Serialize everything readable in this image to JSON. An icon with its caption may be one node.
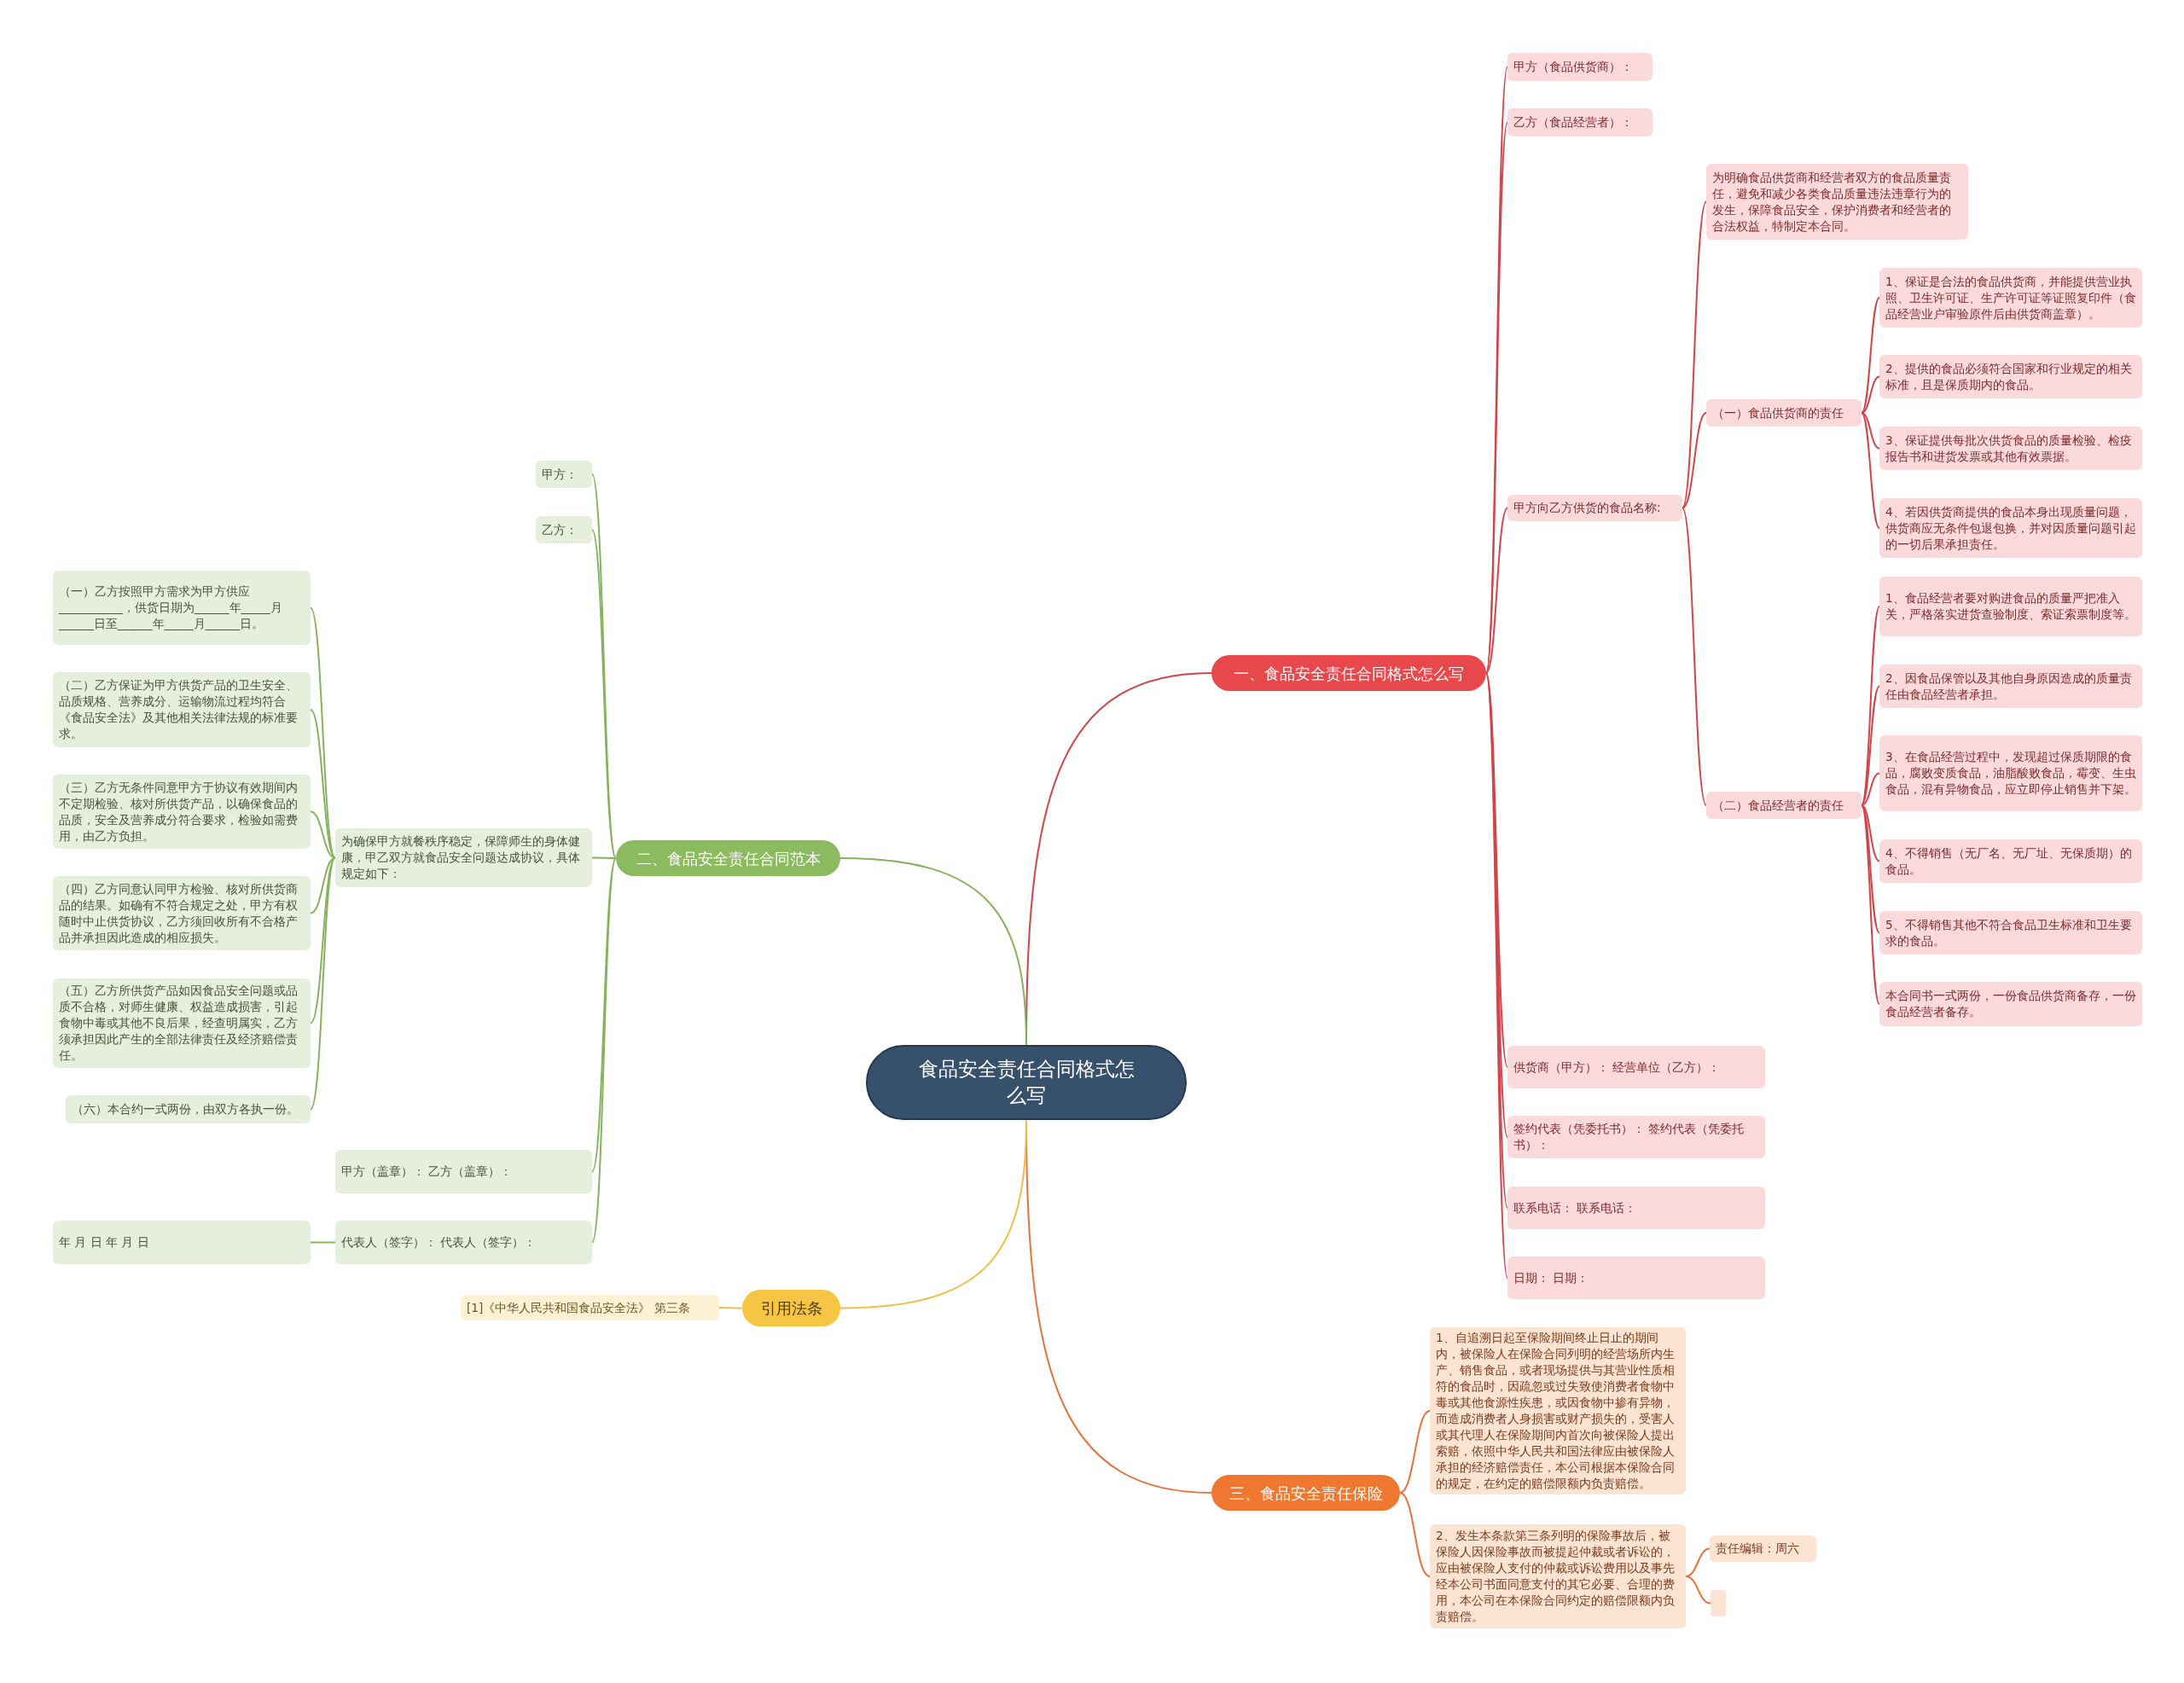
{
  "diagram": {
    "nodes": [
      {
        "text": [
          "食品安全责任合同格式怎么写"
        ]
      },
      {
        "text": [
          "一、食品安全责任合同格式怎么写"
        ]
      },
      {
        "text": [
          "甲方（食品供货商）："
        ]
      },
      {
        "text": [
          "乙方（食品经营者）："
        ]
      },
      {
        "text": [
          "甲方向乙方供货的食品名称:"
        ]
      },
      {
        "text": [
          "为明确食品供货商和经营者双方的食品质量责任，避免和减少各类食品质量违法违章行为的发生，保障食品安全，保护消费者和经营者的合法权益，特制定本合同。"
        ]
      },
      {
        "text": [
          "（一）食品供货商的责任"
        ]
      },
      {
        "text": [
          "1、保证是合法的食品供货商，并能提供营业执照、卫生许可证、生产许可证等证照复印件（食品经营业户审验原件后由供货商盖章）。"
        ]
      },
      {
        "text": [
          "2、提供的食品必须符合国家和行业规定的相关标准，且是保质期内的食品。"
        ]
      },
      {
        "text": [
          "3、保证提供每批次供货食品的质量检验、检疫报告书和进货发票或其他有效票据。"
        ]
      },
      {
        "text": [
          "4、若因供货商提供的食品本身出现质量问题，供货商应无条件包退包换，并对因质量问题引起的一切后果承担责任。"
        ]
      },
      {
        "text": [
          "（二）食品经营者的责任"
        ]
      },
      {
        "text": [
          "1、食品经营者要对购进食品的质量严把准入关，严格落实进货查验制度、索证索票制度等。"
        ]
      },
      {
        "text": [
          "2、因食品保管以及其他自身原因造成的质量责任由食品经营者承担。"
        ]
      },
      {
        "text": [
          "3、在食品经营过程中，发现超过保质期限的食品，腐败变质食品，油脂酸败食品，霉变、生虫食品，混有异物食品，应立即停止销售并下架。"
        ]
      },
      {
        "text": [
          "4、不得销售（无厂名、无厂址、无保质期）的食品。"
        ]
      },
      {
        "text": [
          "5、不得销售其他不符合食品卫生标准和卫生要求的食品。"
        ]
      },
      {
        "text": [
          "本合同书一式两份，一份食品供货商备存，一份食品经营者备存。"
        ]
      },
      {
        "text": [
          "供货商（甲方）： 经营单位（乙方）："
        ]
      },
      {
        "text": [
          "签约代表（凭委托书）： 签约代表（凭委托书）："
        ]
      },
      {
        "text": [
          "联系电话： 联系电话："
        ]
      },
      {
        "text": [
          "日期： 日期："
        ]
      },
      {
        "text": [
          "三、食品安全责任保险"
        ]
      },
      {
        "text": [
          "1、自追溯日起至保险期间终止日止的期间内，被保险人在保险合同列明的经营场所内生产、销售食品，或者现场提供与其营业性质相符的食品时，因疏忽或过失致使消费者食物中毒或其他食源性疾患，或因食物中掺有异物，而造成消费者人身损害或财产损失的，受害人或其代理人在保险期间内首次向被保险人提出索赔，依照中华人民共和国法律应由被保险人承担的经济赔偿责任，本公司根据本保险合同的规定，在约定的赔偿限额内负责赔偿。"
        ]
      },
      {
        "text": [
          "2、发生本条款第三条列明的保险事故后，被保险人因保险事故而被提起仲裁或者诉讼的，应由被保险人支付的仲裁或诉讼费用以及事先经本公司书面同意支付的其它必要、合理的费用，本公司在本保险合同约定的赔偿限额内负责赔偿。"
        ]
      },
      {
        "text": [
          "责任编辑：周六"
        ]
      },
      {
        "text": [],
        "shape": "box"
      },
      {
        "text": [
          "二、食品安全责任合同范本"
        ]
      },
      {
        "text": [
          "甲方："
        ]
      },
      {
        "text": [
          "乙方："
        ]
      },
      {
        "text": [
          "为确保甲方就餐秩序稳定，保障师生的身体健康，甲乙双方就食品安全问题达成协议，具体规定如下："
        ]
      },
      {
        "text": [
          "（一）乙方按照甲方需求为甲方供应___________，供货日期为______年_____月______日至______年_____月______日。"
        ]
      },
      {
        "text": [
          "（二）乙方保证为甲方供货产品的卫生安全、品质规格、营养成分、运输物流过程均符合《食品安全法》及其他相关法律法规的标准要求。"
        ]
      },
      {
        "text": [
          "（三）乙方无条件同意甲方于协议有效期间内不定期检验、核对所供货产品，以确保食品的品质，安全及营养成分符合要求，检验如需费用，由乙方负担。"
        ]
      },
      {
        "text": [
          "（四）乙方同意认同甲方检验、核对所供货商品的结果。如确有不符合规定之处，甲方有权随时中止供货协议，乙方须回收所有不合格产品并承担因此造成的相应损失。"
        ]
      },
      {
        "text": [
          "（五）乙方所供货产品如因食品安全问题或品质不合格，对师生健康、权益造成损害，引起食物中毒或其他不良后果，经查明属实，乙方须承担因此产生的全部法律责任及经济赔偿责任。"
        ]
      },
      {
        "text": [
          "（六）本合约一式两份，由双方各执一份。"
        ]
      },
      {
        "text": [
          "甲方（盖章）： 乙方（盖章）："
        ]
      },
      {
        "text": [
          "代表人（签字）： 代表人（签字）："
        ]
      },
      {
        "text": [
          "年 月 日 年 月 日"
        ]
      },
      {
        "text": [
          "引用法条"
        ]
      },
      {
        "text": [
          "[1]《中华人民共和国食品安全法》 第三条"
        ]
      }
    ],
    "edges": [
      {
        "from": 0,
        "to": 1,
        "arrow": "none"
      },
      {
        "from": 1,
        "to": 2,
        "arrow": "none"
      },
      {
        "from": 1,
        "to": 3,
        "arrow": "none"
      },
      {
        "from": 1,
        "to": 4,
        "arrow": "none"
      },
      {
        "from": 4,
        "to": 5,
        "arrow": "none"
      },
      {
        "from": 4,
        "to": 6,
        "arrow": "none"
      },
      {
        "from": 6,
        "to": 7,
        "arrow": "none"
      },
      {
        "from": 6,
        "to": 8,
        "arrow": "none"
      },
      {
        "from": 6,
        "to": 9,
        "arrow": "none"
      },
      {
        "from": 6,
        "to": 10,
        "arrow": "none"
      },
      {
        "from": 4,
        "to": 11,
        "arrow": "none"
      },
      {
        "from": 11,
        "to": 12,
        "arrow": "none"
      },
      {
        "from": 11,
        "to": 13,
        "arrow": "none"
      },
      {
        "from": 11,
        "to": 14,
        "arrow": "none"
      },
      {
        "from": 11,
        "to": 15,
        "arrow": "none"
      },
      {
        "from": 11,
        "to": 16,
        "arrow": "none"
      },
      {
        "from": 11,
        "to": 17,
        "arrow": "none"
      },
      {
        "from": 1,
        "to": 18,
        "arrow": "none"
      },
      {
        "from": 1,
        "to": 19,
        "arrow": "none"
      },
      {
        "from": 1,
        "to": 20,
        "arrow": "none"
      },
      {
        "from": 1,
        "to": 21,
        "arrow": "none"
      },
      {
        "from": 0,
        "to": 22,
        "arrow": "none",
        "color": "#e8733a"
      },
      {
        "from": 22,
        "to": 23,
        "arrow": "none",
        "color": "#e8733a"
      },
      {
        "from": 22,
        "to": 24,
        "arrow": "none",
        "color": "#e8733a"
      },
      {
        "from": 24,
        "to": 25,
        "arrow": "none",
        "color": "#e8733a"
      },
      {
        "from": 24,
        "to": 26,
        "arrow": "none",
        "color": "#e8733a"
      },
      {
        "from": 0,
        "to": 27,
        "arrow": "none",
        "color": "#86b25e"
      },
      {
        "from": 27,
        "to": 28,
        "arrow": "none",
        "color": "#86b25e"
      },
      {
        "from": 27,
        "to": 29,
        "arrow": "none",
        "color": "#86b25e"
      },
      {
        "from": 27,
        "to": 30,
        "arrow": "none",
        "color": "#86b25e"
      },
      {
        "from": 30,
        "to": 31,
        "arrow": "none",
        "color": "#86b25e"
      },
      {
        "from": 30,
        "to": 32,
        "arrow": "none",
        "color": "#86b25e"
      },
      {
        "from": 30,
        "to": 33,
        "arrow": "none",
        "color": "#86b25e"
      },
      {
        "from": 30,
        "to": 34,
        "arrow": "none",
        "color": "#86b25e"
      },
      {
        "from": 30,
        "to": 35,
        "arrow": "none",
        "color": "#86b25e"
      },
      {
        "from": 30,
        "to": 36,
        "arrow": "none",
        "color": "#86b25e"
      },
      {
        "from": 27,
        "to": 37,
        "arrow": "none",
        "color": "#86b25e"
      },
      {
        "from": 27,
        "to": 38,
        "arrow": "none",
        "color": "#86b25e"
      },
      {
        "from": 38,
        "to": 39,
        "arrow": "none",
        "color": "#86b25e"
      },
      {
        "from": 0,
        "to": 40,
        "arrow": "none",
        "color": "#f0bf45"
      },
      {
        "from": 40,
        "to": 41,
        "arrow": "none",
        "color": "#f0bf45"
      }
    ]
  }
}
